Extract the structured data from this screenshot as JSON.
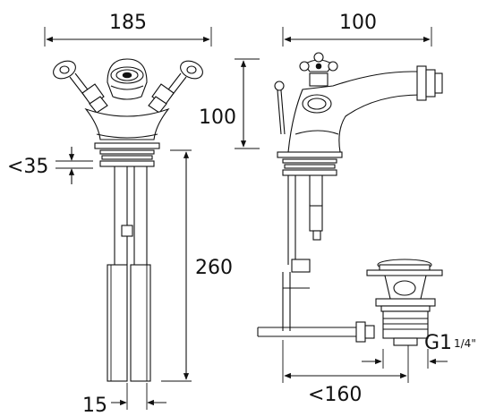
{
  "dimensions": {
    "front_width": "185",
    "side_width": "100",
    "spout_height": "100",
    "deck_thickness": "<35",
    "tail_length": "260",
    "tail_spacing": "15",
    "waste_projection": "<160",
    "waste_thread_main": "G1",
    "waste_thread_fraction": "1/4\""
  },
  "colors": {
    "line": "#111111",
    "background": "#ffffff"
  }
}
